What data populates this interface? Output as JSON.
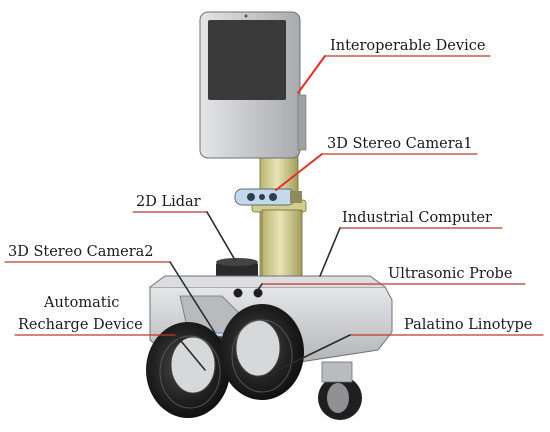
{
  "labels": {
    "interoperable_device": "Interoperable Device",
    "stereo_camera_1": "3D Stereo Camera1",
    "lidar_2d": "2D Lidar",
    "industrial_computer": "Industrial Computer",
    "stereo_camera_2": "3D Stereo Camera2",
    "ultrasonic_probe": "Ultrasonic Probe",
    "recharge_line1": "Automatic",
    "recharge_line2": "Recharge Device",
    "palatino_linotype": "Palatino Linotype"
  },
  "colors": {
    "underline": "#c0392b",
    "leader": "#e0302a",
    "leader_dark": "#2b2b2b",
    "mast": "#d9d29a",
    "mast_shadow": "#a7a060",
    "panel": "#cfd0d2",
    "panel_shadow": "#9fa1a5",
    "screen": "#3a3a3a",
    "body_base": "#c9cacc",
    "wheel": "#1f1f1f",
    "camera_bar": "#c5d7ea"
  }
}
